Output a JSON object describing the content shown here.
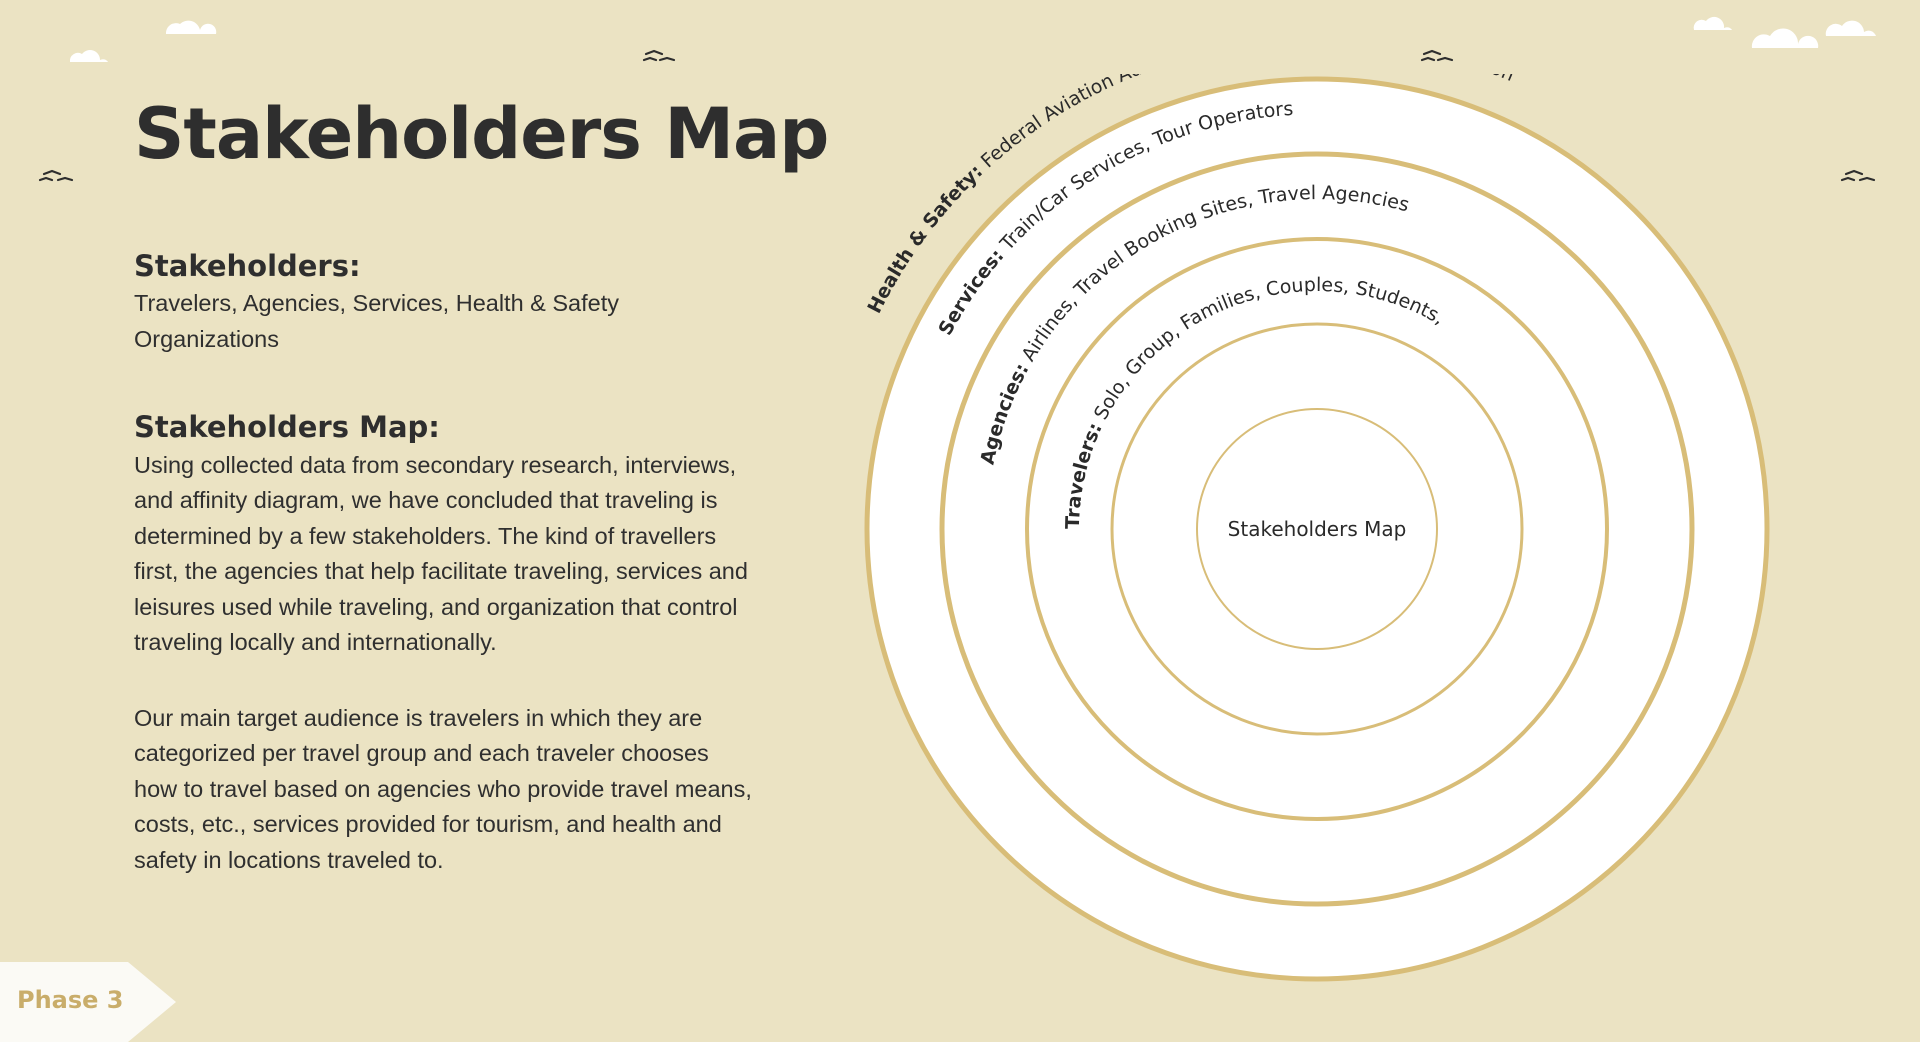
{
  "title": "Stakeholders Map",
  "sections": [
    {
      "heading": "Stakeholders:",
      "body": "Travelers, Agencies, Services, Health & Safety Organizations"
    },
    {
      "heading": "Stakeholders Map:",
      "body": "Using collected data from secondary research, interviews, and affinity diagram, we have concluded that traveling is determined by a few stakeholders. The kind of travellers first, the agencies that help facilitate traveling, services and leisures used while traveling, and organization that control traveling locally and internationally."
    }
  ],
  "audience_paragraph": "Our main target audience is travelers in which they are categorized per travel group and each traveler chooses how to travel based on agencies who provide travel means, costs, etc., services provided for tourism, and health and safety in locations traveled to.",
  "phase_label": "Phase 3",
  "diagram": {
    "center": "Stakeholders Map",
    "rings": [
      {
        "label": "Travelers:",
        "text": " Solo, Group, Families, Couples, Students,"
      },
      {
        "label": "Agencies:",
        "text": " Airlines, Travel Booking Sites, Travel Agencies"
      },
      {
        "label": "Services:",
        "text": " Train/Car Services, Tour Operators"
      },
      {
        "label": "Health & Safety:",
        "text": " Federal Aviation Administration, World Health Organization"
      }
    ]
  },
  "colors": {
    "background": "#ebe3c3",
    "ring_stroke": "#d8bd78",
    "title": "#2e2e2e",
    "phase_text": "#c9ad6a"
  }
}
